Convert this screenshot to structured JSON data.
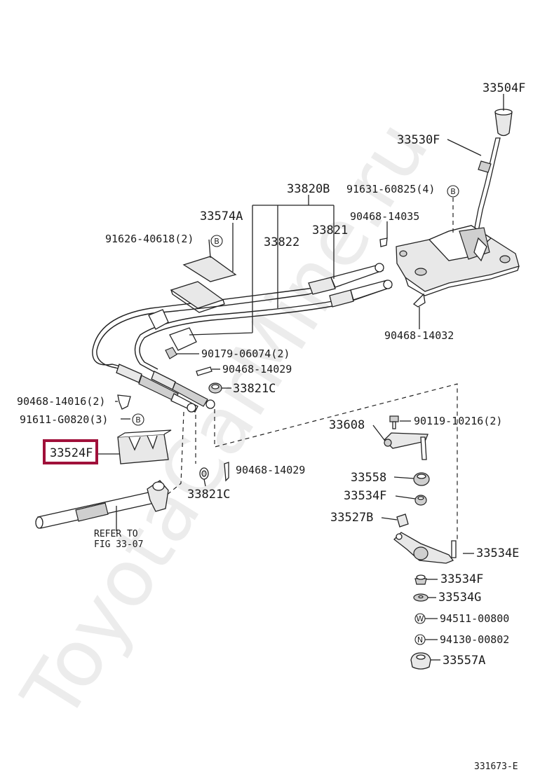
{
  "watermark": "ToyotaCarMine.ru",
  "figure_code": "331673-E",
  "refer_note": {
    "line1": "REFER TO",
    "line2": "FIG 33-07"
  },
  "highlight_part": "33524F",
  "circled_marks": {
    "b": "B",
    "w": "W",
    "n": "N"
  },
  "labels": {
    "p33504F": "33504F",
    "p33530F": "33530F",
    "p33820B": "33820B",
    "p91631": "91631-60825(4)",
    "p33574A": "33574A",
    "p90468_14035": "90468-14035",
    "p91626": "91626-40618(2)",
    "p33822": "33822",
    "p33821": "33821",
    "p90468_14032": "90468-14032",
    "p90179": "90179-06074(2)",
    "p90468_14029a": "90468-14029",
    "p33821C_a": "33821C",
    "p90468_14016": "90468-14016(2)",
    "p91611": "91611-G0820(3)",
    "p33524F": "33524F",
    "p33608": "33608",
    "p90119": "90119-10216(2)",
    "p90468_14029b": "90468-14029",
    "p33821C_b": "33821C",
    "p33558": "33558",
    "p33534F_a": "33534F",
    "p33527B": "33527B",
    "p33534E": "33534E",
    "p33534F_b": "33534F",
    "p33534G": "33534G",
    "p94511": "94511-00800",
    "p94130": "94130-00802",
    "p33557A": "33557A"
  }
}
